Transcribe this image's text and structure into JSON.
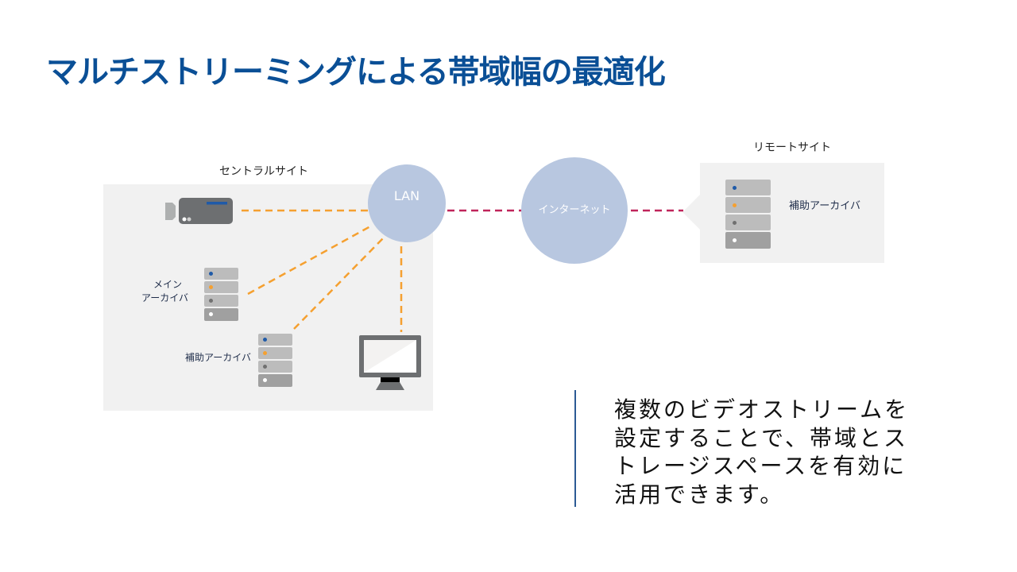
{
  "slide": {
    "title": "マルチストリーミングによる帯域幅の最適化",
    "title_color": "#0a4f96"
  },
  "diagram": {
    "central_site": {
      "label": "セントラルサイト",
      "nodes": {
        "camera": {
          "icon": "video-camera-icon"
        },
        "main_archive": {
          "label_line1": "メイン",
          "label_line2": "アーカイバ",
          "icon": "server-icon"
        },
        "sub_archive": {
          "label": "補助アーカイバ",
          "icon": "server-icon"
        },
        "monitor": {
          "icon": "monitor-icon"
        }
      }
    },
    "lan": {
      "label": "LAN"
    },
    "internet": {
      "label": "インターネット"
    },
    "remote_site": {
      "label": "リモートサイト",
      "nodes": {
        "sub_archive": {
          "label": "補助アーカイバ",
          "icon": "server-icon"
        }
      }
    },
    "colors": {
      "local_link": "#f5a030",
      "wan_link": "#c0245a",
      "node_circle": "#b8c7e0",
      "panel": "#f1f1f1"
    },
    "server_leds": [
      "#1f5aa8",
      "#f5a030",
      "#707070",
      "#ffffff"
    ]
  },
  "description": {
    "lines": [
      "複数のビデオストリームを",
      "設定することで、帯域とス",
      "トレージスペースを有効に",
      "活用できます。"
    ]
  }
}
